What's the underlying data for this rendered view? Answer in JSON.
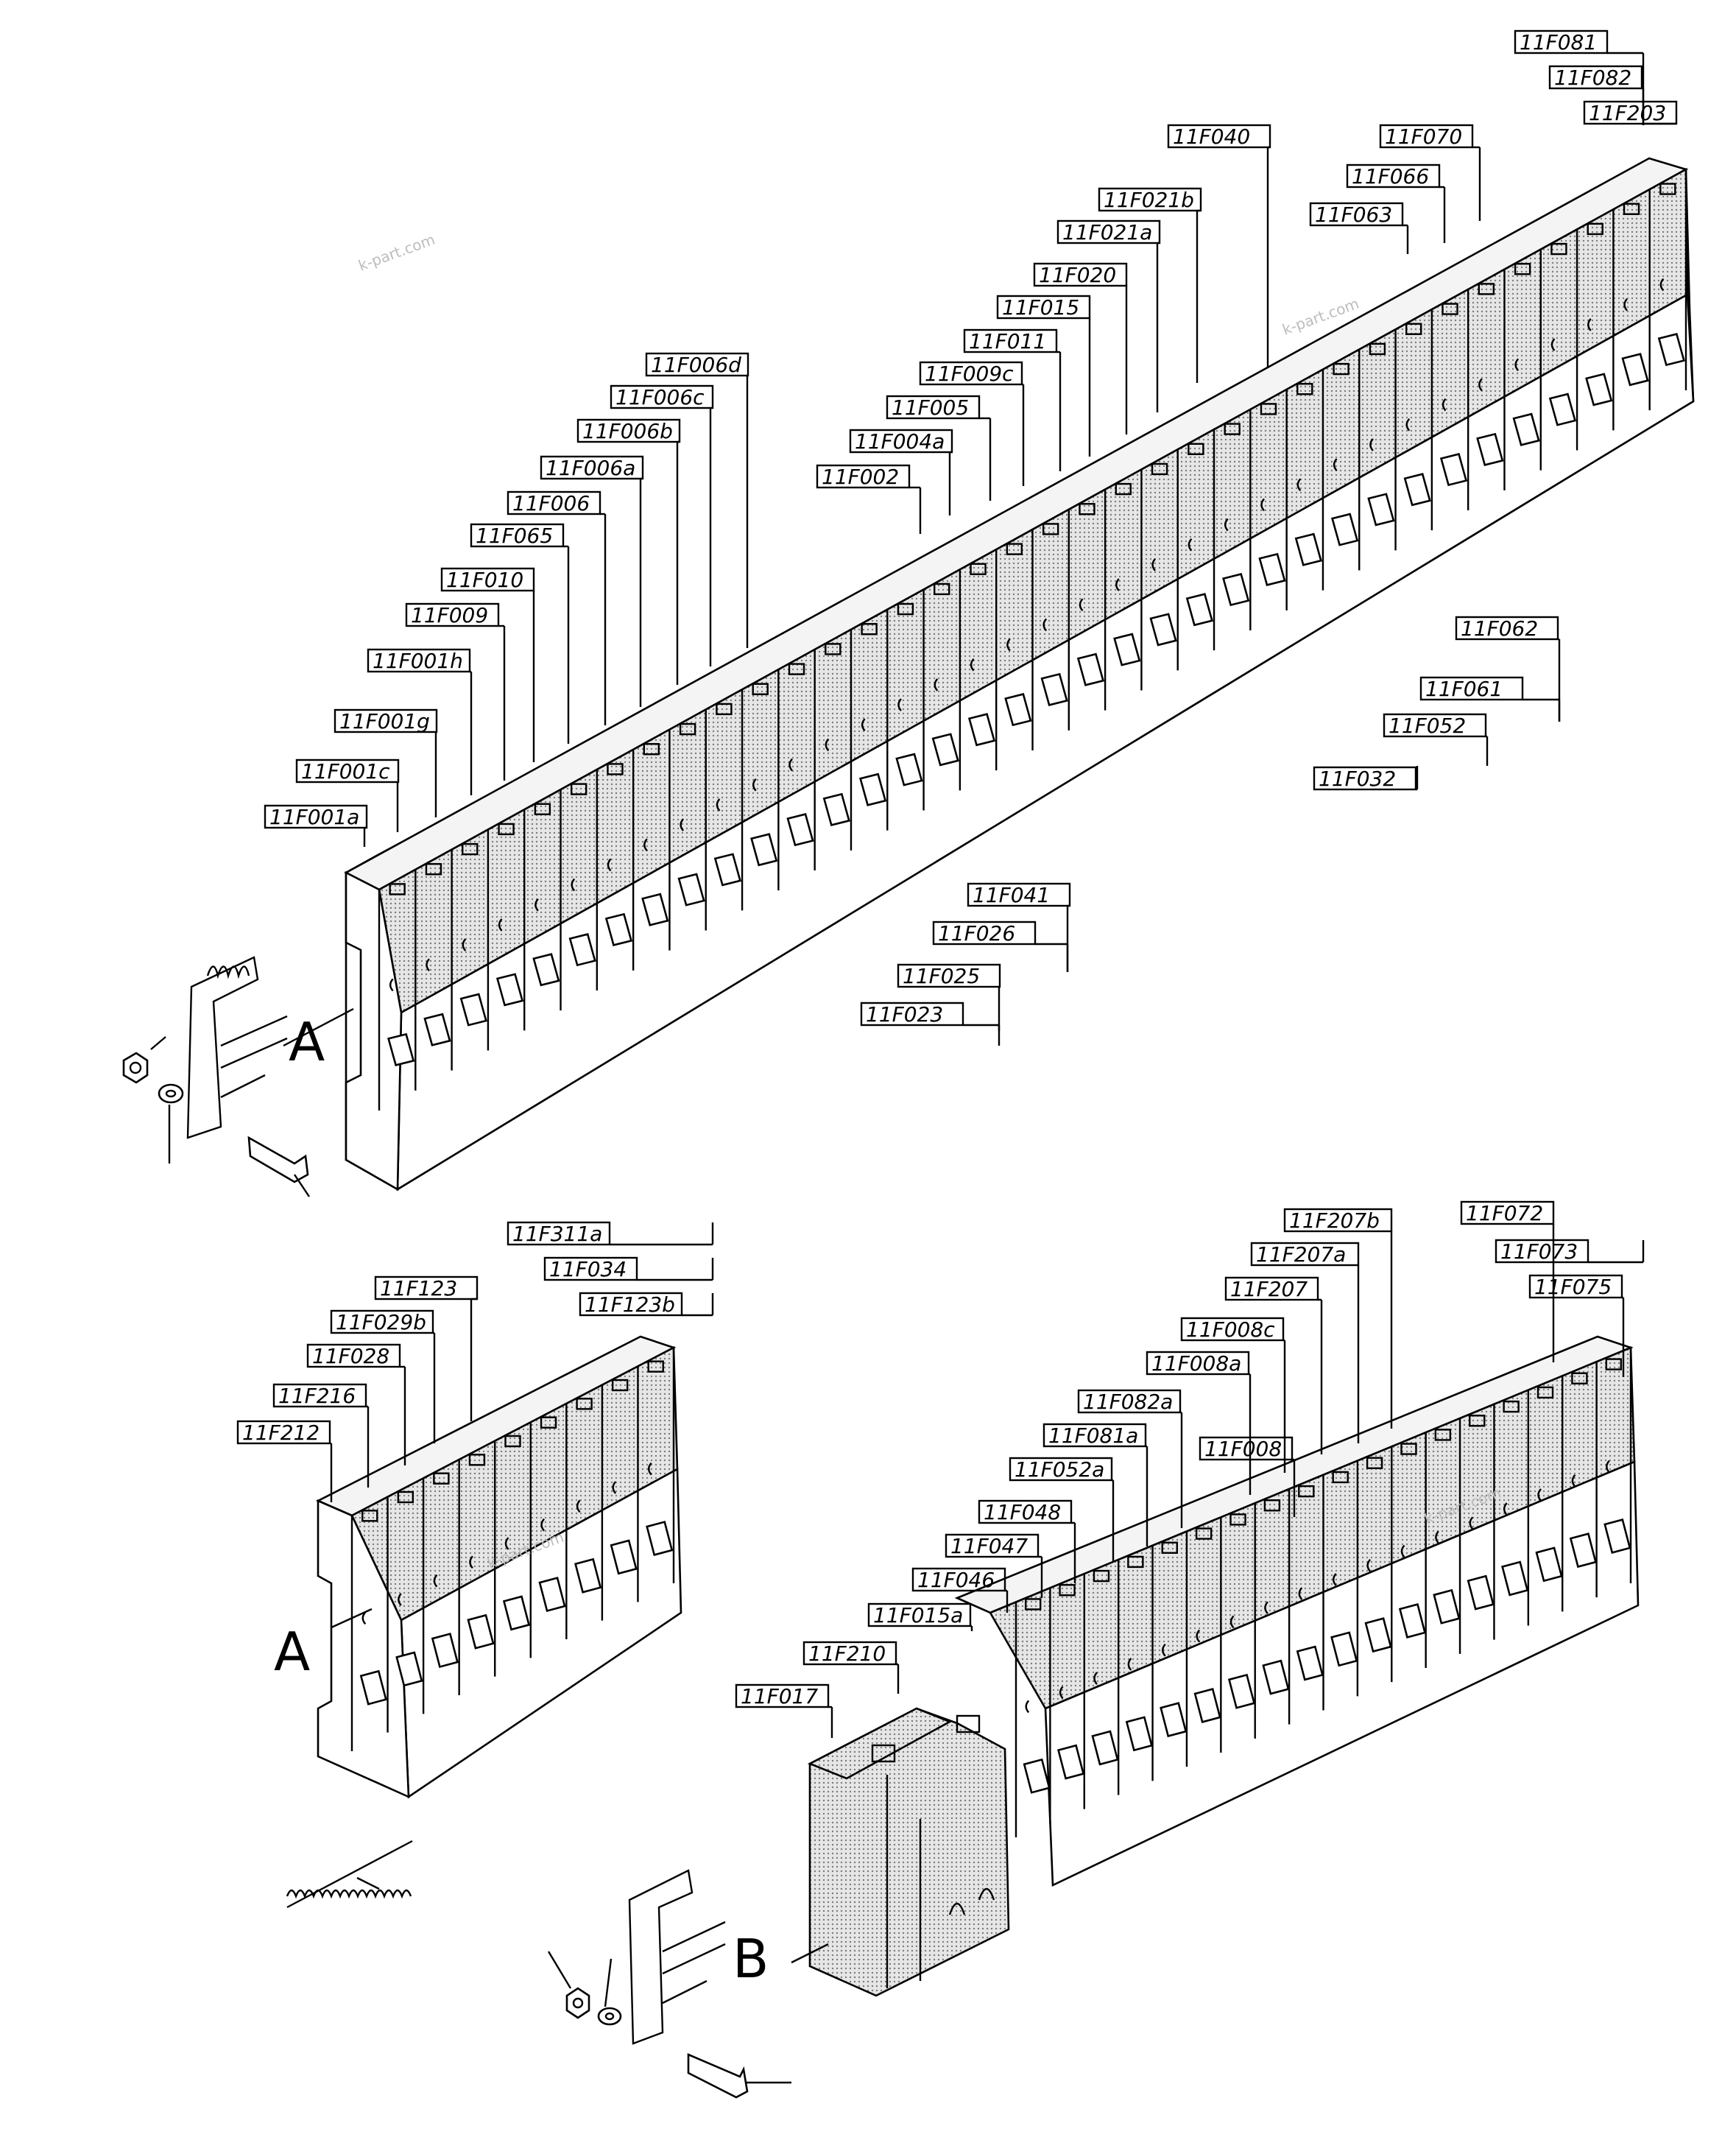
{
  "colors": {
    "ink": "#000000",
    "paper": "#ffffff",
    "shade": "#d0d0d0",
    "watermark": "#bdbdbd"
  },
  "groups": {
    "top": {
      "view_letter": "A",
      "labels": [
        "11F081",
        "11F082",
        "11F203",
        "11F040",
        "11F070",
        "11F066",
        "11F063",
        "11F021b",
        "11F021a",
        "11F020",
        "11F015",
        "11F011",
        "11F009c",
        "11F005",
        "11F004a",
        "11F002",
        "11F006d",
        "11F006c",
        "11F006b",
        "11F006a",
        "11F006",
        "11F065",
        "11F010",
        "11F009",
        "11F001h",
        "11F001g",
        "11F001c",
        "11F001a",
        "11F062",
        "11F061",
        "11F052",
        "11F032",
        "11F041",
        "11F026",
        "11F025",
        "11F023"
      ]
    },
    "bottom_left": {
      "view_letter": "A",
      "labels": [
        "11F311a",
        "11F034",
        "11F123b",
        "11F123",
        "11F029b",
        "11F028",
        "11F216",
        "11F212"
      ]
    },
    "bottom_right": {
      "view_letter": "B",
      "labels": [
        "11F207b",
        "11F207a",
        "11F207",
        "11F072",
        "11F073",
        "11F075",
        "11F008c",
        "11F008a",
        "11F008",
        "11F082a",
        "11F081a",
        "11F052a",
        "11F048",
        "11F047",
        "11F046",
        "11F015a",
        "11F210",
        "11F017"
      ]
    }
  },
  "watermark": "k-part.com"
}
